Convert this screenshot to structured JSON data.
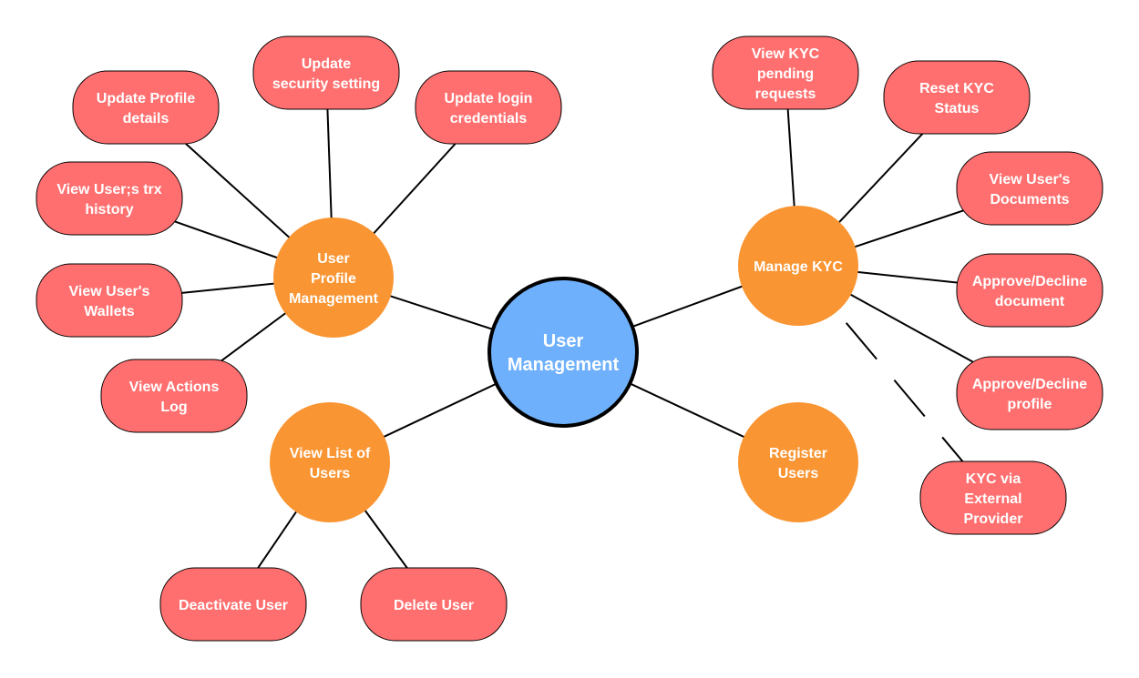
{
  "diagram": {
    "center": {
      "id": "center",
      "label": "User Management",
      "lines": [
        "User",
        "Management"
      ],
      "shape": "circle",
      "fill": "#6EB0FB",
      "stroke": "#000000"
    },
    "hubs": [
      {
        "id": "profile",
        "label": "User Profile Management",
        "lines": [
          "User",
          "Profile",
          "Management"
        ],
        "shape": "circle",
        "fill": "#F99533"
      },
      {
        "id": "kyc",
        "label": "Manage KYC",
        "lines": [
          "Manage KYC"
        ],
        "shape": "circle",
        "fill": "#F99533"
      },
      {
        "id": "list",
        "label": "View List of Users",
        "lines": [
          "View List of",
          "Users"
        ],
        "shape": "circle",
        "fill": "#F99533"
      },
      {
        "id": "register",
        "label": "Register Users",
        "lines": [
          "Register",
          "Users"
        ],
        "shape": "circle",
        "fill": "#F99533"
      }
    ],
    "leaves": [
      {
        "id": "update-profile",
        "lines": [
          "Update Profile",
          "details"
        ],
        "shape": "pill",
        "fill": "#FF6F6F"
      },
      {
        "id": "update-security",
        "lines": [
          "Update",
          "security setting"
        ],
        "shape": "pill",
        "fill": "#FF6F6F"
      },
      {
        "id": "update-login",
        "lines": [
          "Update login",
          "credentials"
        ],
        "shape": "pill",
        "fill": "#FF6F6F"
      },
      {
        "id": "view-trx",
        "lines": [
          "View User;s trx",
          "history"
        ],
        "shape": "pill",
        "fill": "#FF6F6F"
      },
      {
        "id": "view-wallets",
        "lines": [
          "View User's",
          "Wallets"
        ],
        "shape": "pill",
        "fill": "#FF6F6F"
      },
      {
        "id": "view-actions",
        "lines": [
          "View Actions",
          "Log"
        ],
        "shape": "pill",
        "fill": "#FF6F6F"
      },
      {
        "id": "deactivate",
        "lines": [
          "Deactivate User"
        ],
        "shape": "pill",
        "fill": "#FF6F6F"
      },
      {
        "id": "delete",
        "lines": [
          "Delete User"
        ],
        "shape": "pill",
        "fill": "#FF6F6F"
      },
      {
        "id": "kyc-pending",
        "lines": [
          "View KYC",
          "pending",
          "requests"
        ],
        "shape": "pill",
        "fill": "#FF6F6F"
      },
      {
        "id": "reset-kyc",
        "lines": [
          "Reset KYC",
          "Status"
        ],
        "shape": "pill",
        "fill": "#FF6F6F"
      },
      {
        "id": "view-docs",
        "lines": [
          "View User's",
          "Documents"
        ],
        "shape": "pill",
        "fill": "#FF6F6F"
      },
      {
        "id": "approve-doc",
        "lines": [
          "Approve/Decline",
          "document"
        ],
        "shape": "pill",
        "fill": "#FF6F6F"
      },
      {
        "id": "approve-profile",
        "lines": [
          "Approve/Decline",
          "profile"
        ],
        "shape": "pill",
        "fill": "#FF6F6F"
      },
      {
        "id": "kyc-external",
        "lines": [
          "KYC via",
          "External",
          "Provider"
        ],
        "shape": "pill",
        "fill": "#FF6F6F"
      }
    ],
    "edges": [
      {
        "from": "center",
        "to": "profile",
        "style": "solid"
      },
      {
        "from": "center",
        "to": "kyc",
        "style": "solid"
      },
      {
        "from": "center",
        "to": "list",
        "style": "solid"
      },
      {
        "from": "center",
        "to": "register",
        "style": "solid"
      },
      {
        "from": "profile",
        "to": "update-profile",
        "style": "solid"
      },
      {
        "from": "profile",
        "to": "update-security",
        "style": "solid"
      },
      {
        "from": "profile",
        "to": "update-login",
        "style": "solid"
      },
      {
        "from": "profile",
        "to": "view-trx",
        "style": "solid"
      },
      {
        "from": "profile",
        "to": "view-wallets",
        "style": "solid"
      },
      {
        "from": "profile",
        "to": "view-actions",
        "style": "solid"
      },
      {
        "from": "list",
        "to": "deactivate",
        "style": "solid"
      },
      {
        "from": "list",
        "to": "delete",
        "style": "solid"
      },
      {
        "from": "kyc",
        "to": "kyc-pending",
        "style": "solid"
      },
      {
        "from": "kyc",
        "to": "reset-kyc",
        "style": "solid"
      },
      {
        "from": "kyc",
        "to": "view-docs",
        "style": "solid"
      },
      {
        "from": "kyc",
        "to": "approve-doc",
        "style": "solid"
      },
      {
        "from": "kyc",
        "to": "approve-profile",
        "style": "solid"
      },
      {
        "from": "kyc",
        "to": "kyc-external",
        "style": "dashed"
      }
    ]
  }
}
